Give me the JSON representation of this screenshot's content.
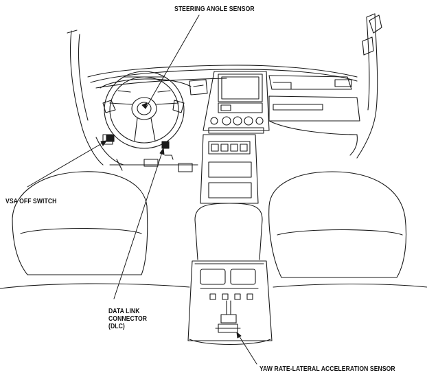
{
  "colors": {
    "line": "#1a1a1a",
    "background": "#ffffff"
  },
  "labels": {
    "steering_angle_sensor": "STEERING ANGLE SENSOR",
    "vsa_off_switch": "VSA OFF SWITCH",
    "dlc_line1": "DATA LINK",
    "dlc_line2": "CONNECTOR",
    "dlc_line3": "(DLC)",
    "yaw_rate_sensor": "YAW RATE-LATERAL ACCELERATION SENSOR"
  }
}
